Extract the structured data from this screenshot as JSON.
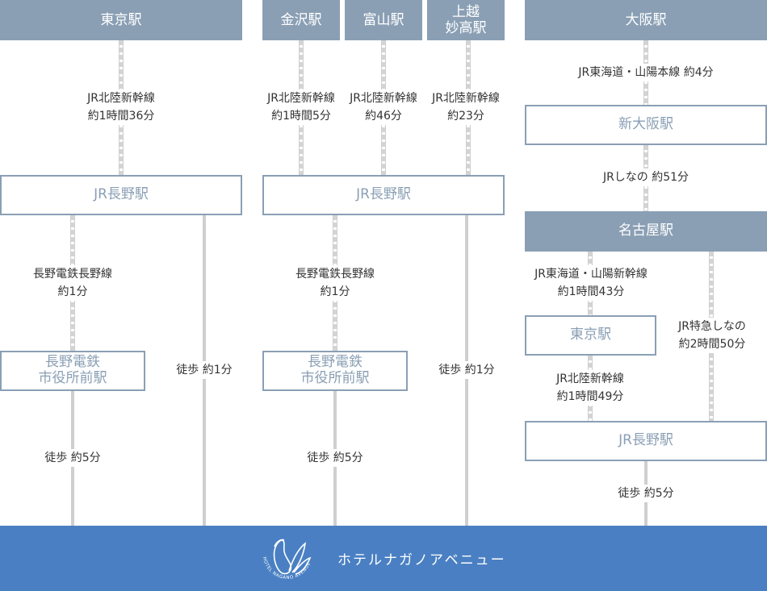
{
  "headers": {
    "tokyo": "東京駅",
    "kanazawa": "金沢駅",
    "toyama": "富山駅",
    "joetsu_1": "上越",
    "joetsu_2": "妙高駅",
    "osaka": "大阪駅"
  },
  "stations": {
    "nagano": "JR長野駅",
    "shiyakusho_1": "長野電鉄",
    "shiyakusho_2": "市役所前駅",
    "shin_osaka": "新大阪駅",
    "nagoya": "名古屋駅",
    "tokyo_mid": "東京駅"
  },
  "routes": {
    "tokyo_line": "JR北陸新幹線",
    "tokyo_time": "約1時間36分",
    "kanazawa_line": "JR北陸新幹線",
    "kanazawa_time": "約1時間5分",
    "toyama_line": "JR北陸新幹線",
    "toyama_time": "約46分",
    "joetsu_line": "JR北陸新幹線",
    "joetsu_time": "約23分",
    "nagaden_line": "長野電鉄長野線",
    "nagaden_time": "約1分",
    "walk_1": "徒歩 約1分",
    "walk_5": "徒歩 約5分",
    "osaka_line": "JR東海道・山陽本線 約4分",
    "shinano_line": "JRしなの 約51分",
    "tokaido_line": "JR東海道・山陽新幹線",
    "tokaido_time": "約1時間43分",
    "express_line": "JR特急しなの",
    "express_time": "約2時間50分",
    "hokuriku_line": "JR北陸新幹線",
    "hokuriku_time": "約1時間49分"
  },
  "footer": {
    "hotel_name": "ホテルナガノアベニュー",
    "logo_text": "HOTEL NAGANO AVENUE"
  }
}
